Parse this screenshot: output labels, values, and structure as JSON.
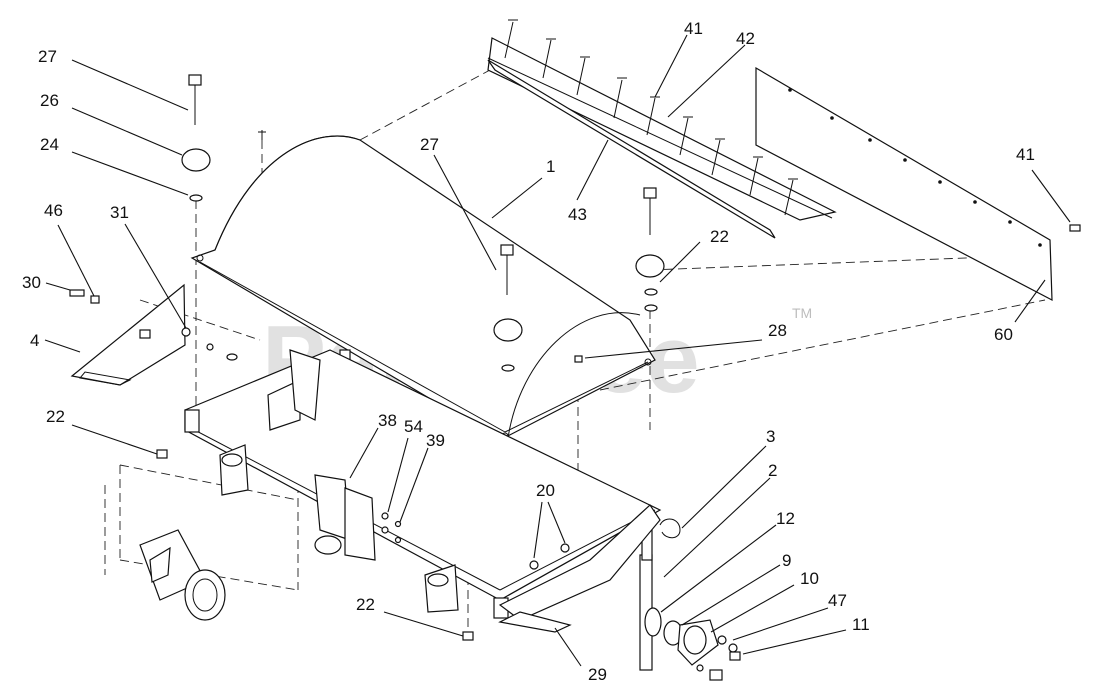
{
  "watermark": {
    "text": "PartsTree",
    "tm": "TM"
  },
  "callouts": [
    "27",
    "26",
    "24",
    "46",
    "31",
    "30",
    "4",
    "22",
    "1",
    "27",
    "41",
    "42",
    "43",
    "22",
    "41",
    "60",
    "28",
    "3",
    "38",
    "54",
    "39",
    "20",
    "2",
    "12",
    "9",
    "10",
    "47",
    "11",
    "22",
    "29"
  ]
}
